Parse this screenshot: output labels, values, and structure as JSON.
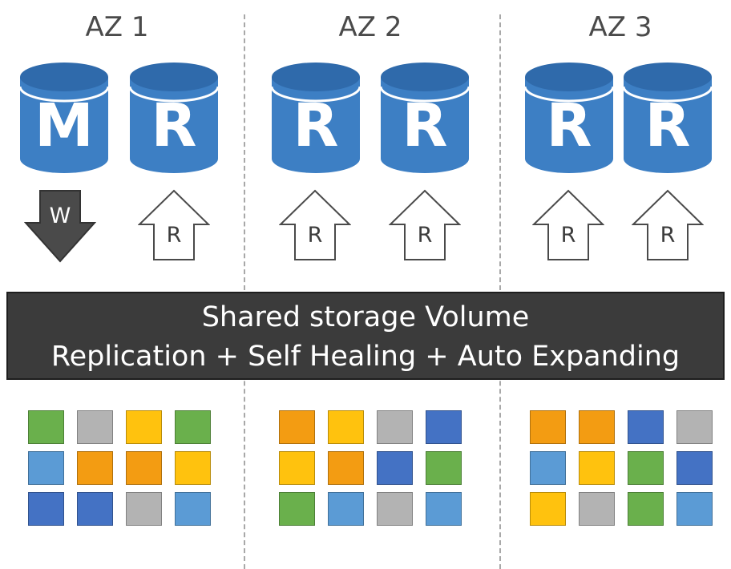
{
  "availability_zones": [
    {
      "label": "AZ 1",
      "instances": [
        {
          "letter": "M",
          "arrow": "W",
          "direction": "down"
        },
        {
          "letter": "R",
          "arrow": "R",
          "direction": "up"
        }
      ],
      "blocks": [
        [
          "green",
          "gray",
          "yellow",
          "green"
        ],
        [
          "light-blue",
          "orange",
          "orange",
          "yellow"
        ],
        [
          "dark-blue",
          "dark-blue",
          "gray",
          "light-blue"
        ]
      ]
    },
    {
      "label": "AZ 2",
      "instances": [
        {
          "letter": "R",
          "arrow": "R",
          "direction": "up"
        },
        {
          "letter": "R",
          "arrow": "R",
          "direction": "up"
        }
      ],
      "blocks": [
        [
          "orange",
          "yellow",
          "gray",
          "dark-blue"
        ],
        [
          "yellow",
          "orange",
          "dark-blue",
          "green"
        ],
        [
          "green",
          "light-blue",
          "gray",
          "light-blue"
        ]
      ]
    },
    {
      "label": "AZ 3",
      "instances": [
        {
          "letter": "R",
          "arrow": "R",
          "direction": "up"
        },
        {
          "letter": "R",
          "arrow": "R",
          "direction": "up"
        }
      ],
      "blocks": [
        [
          "orange",
          "orange",
          "dark-blue",
          "gray"
        ],
        [
          "light-blue",
          "yellow",
          "green",
          "dark-blue"
        ],
        [
          "yellow",
          "gray",
          "green",
          "light-blue"
        ]
      ]
    }
  ],
  "storage": {
    "line1": "Shared storage Volume",
    "line2": "Replication + Self Healing + Auto Expanding"
  },
  "colors": {
    "database_blue": "#3d7fc4",
    "database_top": "#2f6aab",
    "storage_bar": "#3b3b3b",
    "write_arrow": "#4a4a4a",
    "green": "#6ab04c",
    "gray": "#b3b3b3",
    "yellow": "#ffc20e",
    "light-blue": "#5b9bd5",
    "orange": "#f39c12",
    "dark-blue": "#4472c4"
  }
}
